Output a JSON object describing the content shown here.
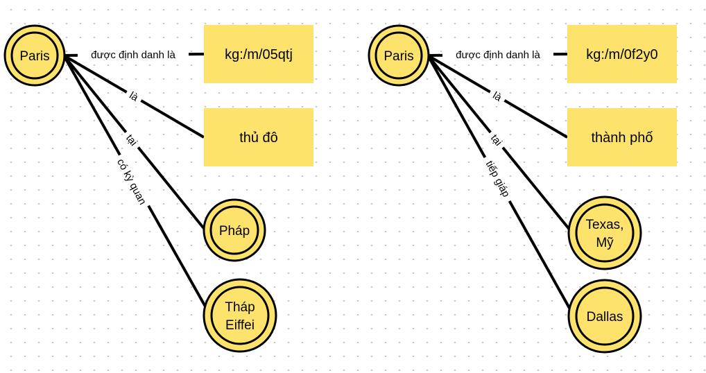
{
  "left_graph": {
    "center": "Paris",
    "rects": [
      "kg:/m/05qtj",
      "thủ đô"
    ],
    "circles": [
      [
        "Pháp"
      ],
      [
        "Tháp",
        "Eiffei"
      ]
    ],
    "edges": [
      "được định danh là",
      "là",
      "tại",
      "có kỳ quan"
    ]
  },
  "right_graph": {
    "center": "Paris",
    "rects": [
      "kg:/m/0f2y0",
      "thành phố"
    ],
    "circles": [
      [
        "Texas,",
        "Mỹ"
      ],
      [
        "Dallas"
      ]
    ],
    "edges": [
      "được định danh là",
      "là",
      "tại",
      "tiếp giáp"
    ]
  },
  "colors": {
    "node_fill": "#fde36b",
    "stroke": "#000000",
    "grid_dot": "#c9c9c9"
  }
}
